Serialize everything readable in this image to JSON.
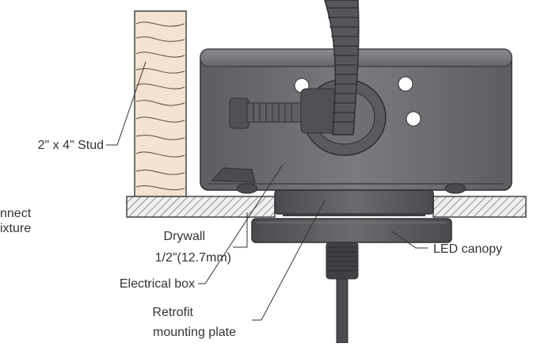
{
  "diagram": {
    "labels": {
      "stud": "2\" x 4\" Stud",
      "cut_left_1": "nnect",
      "cut_left_2": "ixture",
      "drywall_1": "Drywall",
      "drywall_2": "1/2\"(12.7mm)",
      "electrical_box": "Electrical box",
      "retrofit_1": "Retrofit",
      "retrofit_2": "mounting plate",
      "led_canopy": "LED canopy"
    },
    "colors": {
      "wood": "#f3e3cf",
      "wood_grain": "#5a4a3a",
      "metal_box": "#6e6f72",
      "metal_dark": "#3f4043",
      "drywall_fill": "#eaeaea",
      "canopy": "#56575a",
      "text": "#333333"
    }
  }
}
